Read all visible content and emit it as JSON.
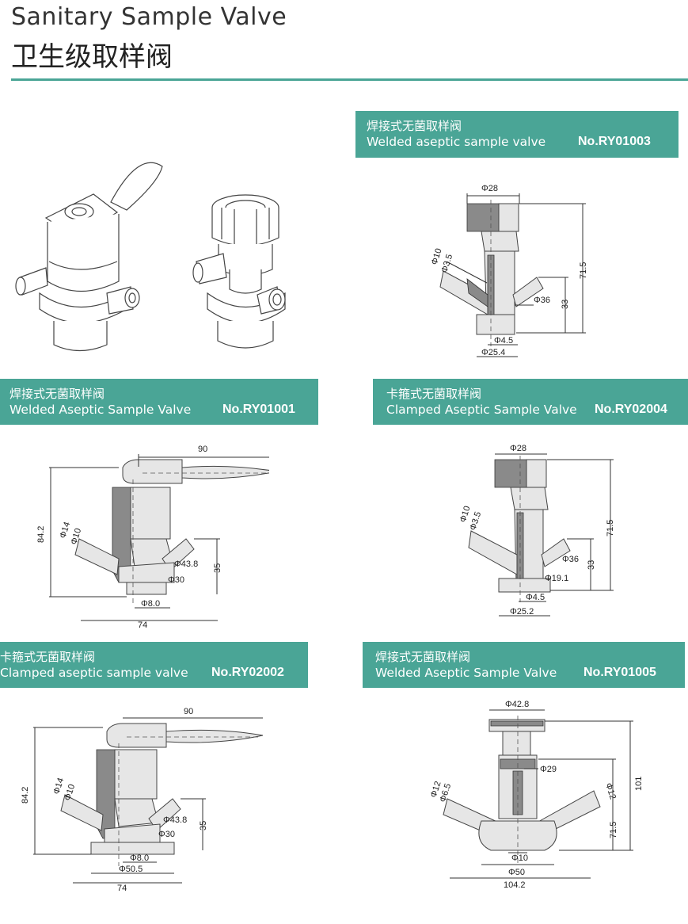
{
  "header": {
    "title_en": "Sanitary Sample Valve",
    "title_cn": "卫生级取样阀"
  },
  "products": [
    {
      "cn": "焊接式无菌取样阀",
      "en": "Welded aseptic sample valve",
      "no": "No.RY01003",
      "dims": [
        "Φ28",
        "Φ10",
        "Φ3.5",
        "71.5",
        "Φ36",
        "33",
        "Φ4.5",
        "Φ25.4"
      ]
    },
    {
      "cn": "焊接式无菌取样阀",
      "en": "Welded Aseptic Sample Valve",
      "no": "No.RY01001",
      "dims": [
        "90",
        "84.2",
        "Φ14",
        "Φ10",
        "Φ43.8",
        "35",
        "Φ30",
        "Φ8.0",
        "74"
      ]
    },
    {
      "cn": "卡箍式无菌取样阀",
      "en": "Clamped Aseptic Sample Valve",
      "no": "No.RY02004",
      "dims": [
        "Φ28",
        "Φ10",
        "Φ3.5",
        "71.5",
        "Φ36",
        "33",
        "Φ19.1",
        "Φ4.5",
        "Φ25.2"
      ]
    },
    {
      "cn": "卡箍式无菌取样阀",
      "en": "Clamped aseptic sample valve",
      "no": "No.RY02002",
      "dims": [
        "90",
        "84.2",
        "Φ14",
        "Φ10",
        "Φ43.8",
        "35",
        "Φ30",
        "Φ8.0",
        "Φ50.5",
        "74"
      ]
    },
    {
      "cn": "焊接式无菌取样阀",
      "en": "Welded Aseptic Sample Valve",
      "no": "No.RY01005",
      "dims": [
        "Φ42.8",
        "Φ29",
        "Φ12",
        "Φ6.5",
        "Φ12",
        "101",
        "71.5",
        "Φ10",
        "Φ50",
        "104.2"
      ]
    }
  ],
  "colors": {
    "accent": "#4aa596",
    "line": "#333333"
  }
}
